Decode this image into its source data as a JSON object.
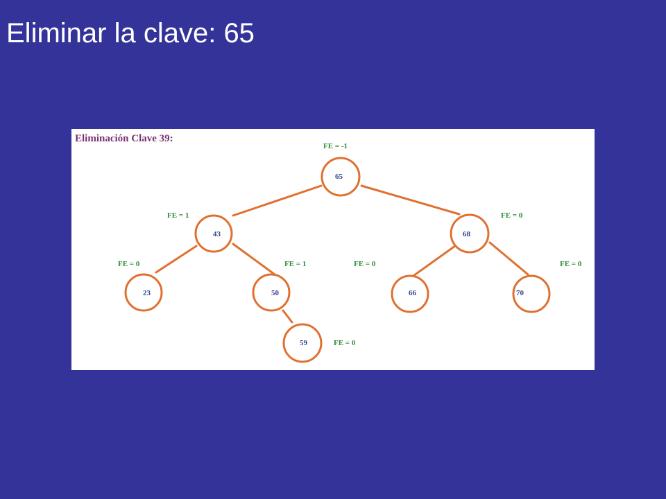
{
  "slide": {
    "title": "Eliminar la clave: 65"
  },
  "diagram": {
    "heading": "Eliminación Clave 39:",
    "nodes": {
      "n65": {
        "key": "65",
        "fe": "FE = -1"
      },
      "n43": {
        "key": "43",
        "fe": "FE = 1"
      },
      "n68": {
        "key": "68",
        "fe": "FE = 0"
      },
      "n23": {
        "key": "23",
        "fe": "FE = 0"
      },
      "n50": {
        "key": "50",
        "fe": "FE = 1"
      },
      "n66": {
        "key": "66",
        "fe": "FE = 0"
      },
      "n70": {
        "key": "70",
        "fe": "FE = 0"
      },
      "n59": {
        "key": "59",
        "fe": "FE = 0"
      }
    },
    "edges": [
      [
        "65",
        "43"
      ],
      [
        "65",
        "68"
      ],
      [
        "43",
        "23"
      ],
      [
        "43",
        "50"
      ],
      [
        "68",
        "66"
      ],
      [
        "68",
        "70"
      ],
      [
        "50",
        "59"
      ]
    ]
  },
  "colors": {
    "background": "#343399",
    "panel": "#ffffff",
    "node_stroke": "#e07030",
    "key_text": "#33448c",
    "fe_text": "#2e8b3a",
    "heading_text": "#7a3270"
  }
}
